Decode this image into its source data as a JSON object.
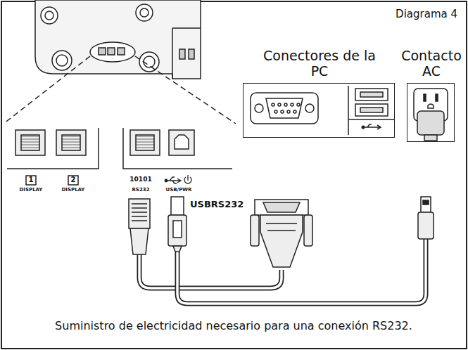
{
  "diagram": {
    "title": "Diagrama 4",
    "caption": "Suministro de electricidad necesario para una conexión RS232.",
    "nodes": [
      {
        "text": [
          "Conectores de la PC"
        ]
      },
      {
        "text": [
          "Contacto AC"
        ]
      }
    ],
    "labels": [
      "1",
      "DISPLAY",
      "2",
      "DISPLAY",
      "10101",
      "RS232",
      "USB/PWR",
      "USBRS232"
    ]
  }
}
